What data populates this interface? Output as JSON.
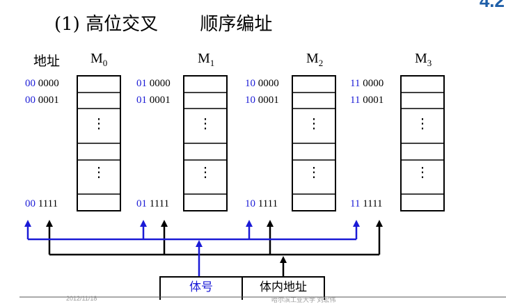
{
  "corner_text": "4.2",
  "title": "(1) 高位交叉　　 顺序编址",
  "addr_header": "地址",
  "colors": {
    "blue": "#1a1ad6",
    "black": "#000000"
  },
  "modules": [
    {
      "name": "M",
      "sub": "0",
      "rows": [
        {
          "hi": "00",
          "lo": " 0000"
        },
        {
          "hi": "00",
          "lo": " 0001"
        },
        {
          "hi": "00",
          "lo": " 1111"
        }
      ]
    },
    {
      "name": "M",
      "sub": "1",
      "rows": [
        {
          "hi": "01",
          "lo": " 0000"
        },
        {
          "hi": "01",
          "lo": " 0001"
        },
        {
          "hi": "01",
          "lo": " 1111"
        }
      ]
    },
    {
      "name": "M",
      "sub": "2",
      "rows": [
        {
          "hi": "10",
          "lo": " 0000"
        },
        {
          "hi": "10",
          "lo": " 0001"
        },
        {
          "hi": "10",
          "lo": " 1111"
        }
      ]
    },
    {
      "name": "M",
      "sub": "3",
      "rows": [
        {
          "hi": "11",
          "lo": " 0000"
        },
        {
          "hi": "11",
          "lo": " 0001"
        },
        {
          "hi": "11",
          "lo": " 1111"
        }
      ]
    }
  ],
  "ellipsis": "⋮",
  "bottom_box": {
    "left": "体号",
    "right": "体内地址"
  }
}
